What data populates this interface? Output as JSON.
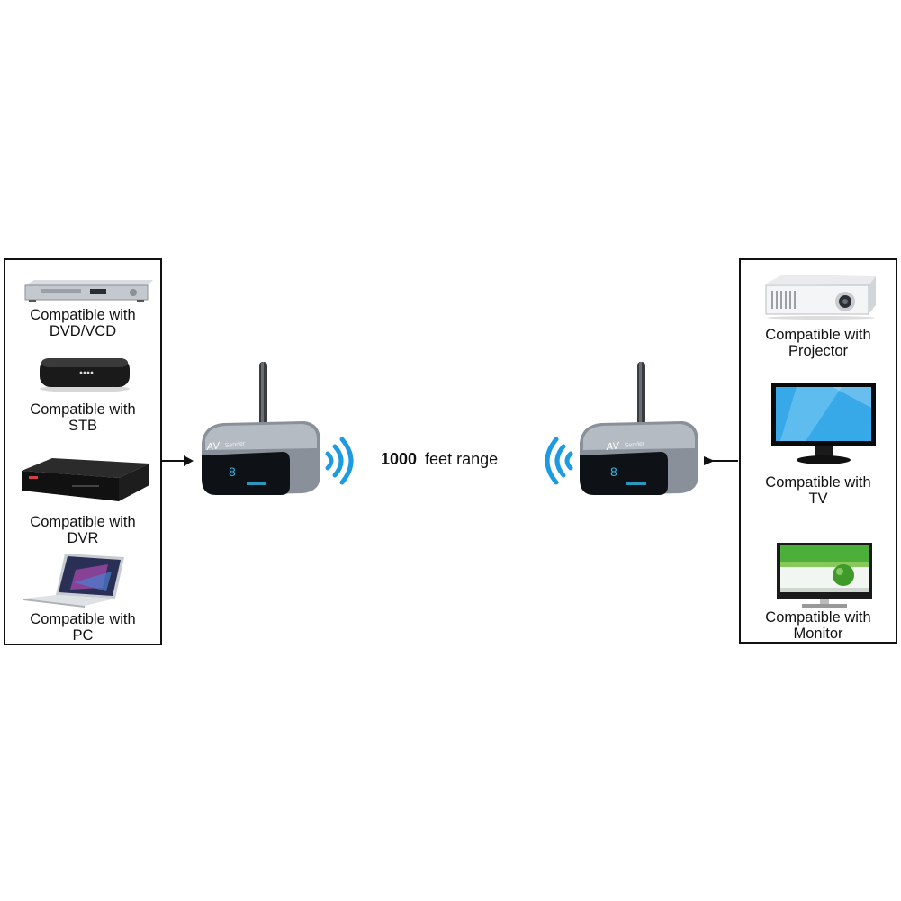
{
  "source_devices": [
    {
      "icon": "dvd-player-icon",
      "line1": "Compatible with",
      "line2": "DVD/VCD"
    },
    {
      "icon": "set-top-box-icon",
      "line1": "Compatible with",
      "line2": "STB"
    },
    {
      "icon": "dvr-icon",
      "line1": "Compatible with",
      "line2": "DVR"
    },
    {
      "icon": "laptop-icon",
      "line1": "Compatible with",
      "line2": "PC"
    }
  ],
  "display_devices": [
    {
      "icon": "projector-icon",
      "line1": "Compatible with",
      "line2": "Projector"
    },
    {
      "icon": "tv-icon",
      "line1": "Compatible with",
      "line2": "TV"
    },
    {
      "icon": "monitor-icon",
      "line1": "Compatible with",
      "line2": "Monitor"
    }
  ],
  "sender": {
    "brand": "AV",
    "label": "Sender",
    "digit": "8"
  },
  "receiver": {
    "brand": "AV",
    "label": "Sender",
    "digit": "8"
  },
  "range": {
    "value": "1000",
    "unit": "feet range"
  },
  "colors": {
    "wave": "#1e9be0",
    "device_body": "#8a9099",
    "device_face": "#0e1216",
    "led": "#35b8e6"
  }
}
